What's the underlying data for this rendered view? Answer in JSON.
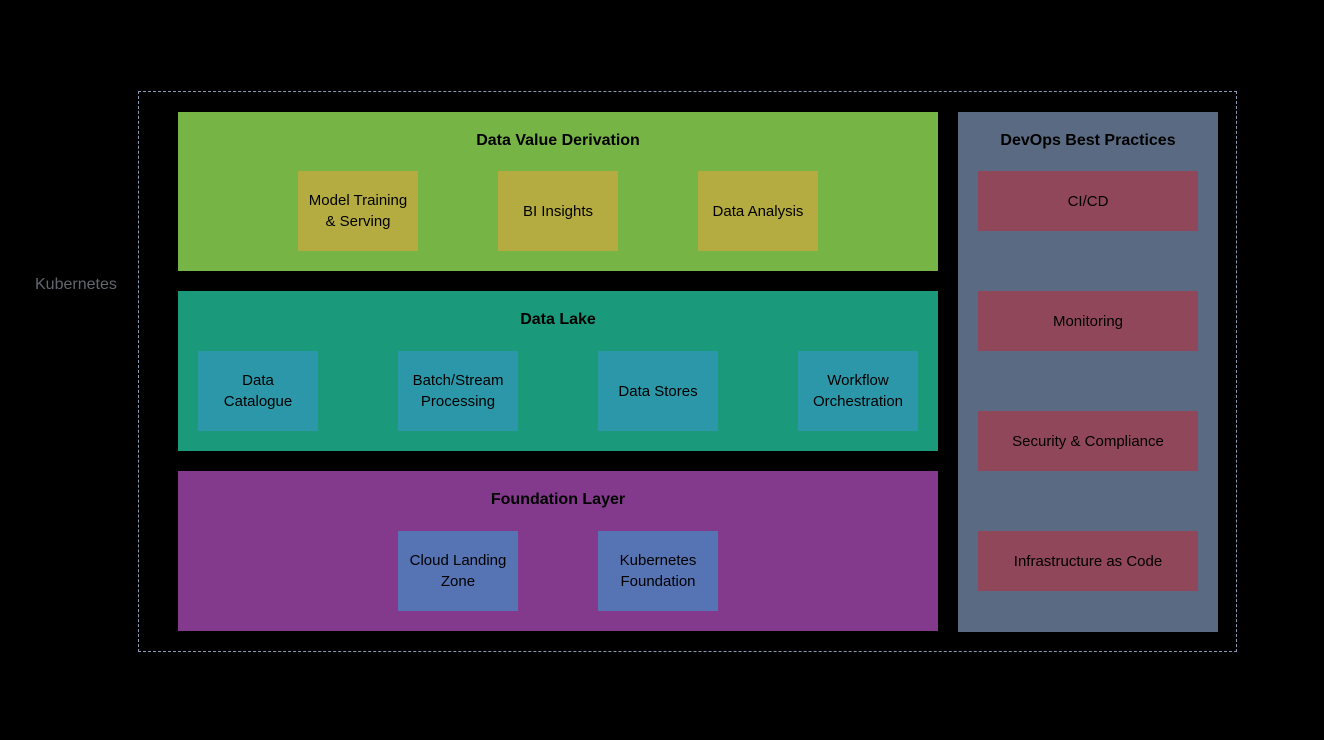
{
  "diagram": {
    "outer_cluster_label": "Kubernetes",
    "colors": {
      "background": "#000000",
      "cluster_dash": "#8e99b5",
      "cluster_label_text": "#63666e",
      "node_text": "#000000",
      "layer_green": "#76b446",
      "layer_green_item": "#b5ac41",
      "layer_teal": "#1a9a7a",
      "layer_teal_item": "#2b97a8",
      "layer_purple": "#833a8c",
      "layer_purple_item": "#5673b4",
      "sidebar_bg": "#5a6a82",
      "sidebar_item": "#90475a"
    },
    "layers": [
      {
        "title": "Data Value Derivation",
        "items": [
          {
            "label": "Model Training & Serving"
          },
          {
            "label": "BI Insights"
          },
          {
            "label": "Data Analysis"
          }
        ]
      },
      {
        "title": "Data Lake",
        "items": [
          {
            "label": "Data Catalogue"
          },
          {
            "label": "Batch/Stream Processing"
          },
          {
            "label": "Data Stores"
          },
          {
            "label": "Workflow Orchestration"
          }
        ]
      },
      {
        "title": "Foundation Layer",
        "items": [
          {
            "label": "Cloud Landing Zone"
          },
          {
            "label": "Kubernetes Foundation"
          }
        ]
      }
    ],
    "sidebar": {
      "title": "DevOps Best Practices",
      "items": [
        {
          "label": "CI/CD"
        },
        {
          "label": "Monitoring"
        },
        {
          "label": "Security & Compliance"
        },
        {
          "label": "Infrastructure as Code"
        }
      ]
    }
  }
}
